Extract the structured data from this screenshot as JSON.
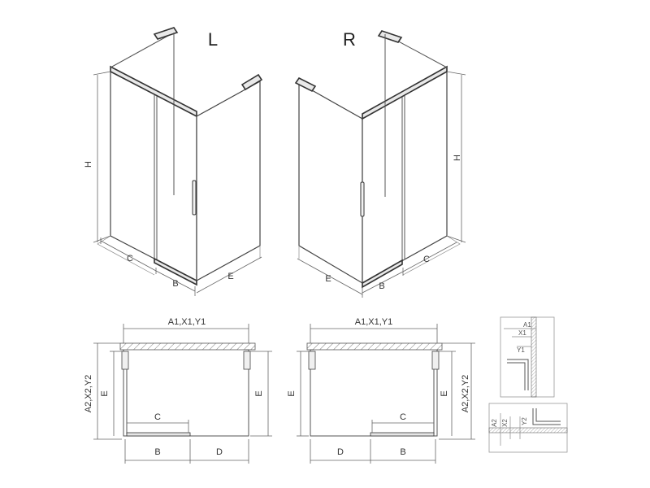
{
  "views": {
    "left_label": "L",
    "right_label": "R"
  },
  "dims": {
    "H": "H",
    "B": "B",
    "C": "C",
    "D": "D",
    "E": "E",
    "top_width": "A1,X1,Y1",
    "side_depth": "A2,X2,Y2"
  },
  "details": {
    "A1": "A1",
    "X1": "X1",
    "Y1": "Y1",
    "A2": "A2",
    "X2": "X2",
    "Y2": "Y2"
  },
  "colors": {
    "line": "#555555",
    "hatch": "#777777"
  }
}
